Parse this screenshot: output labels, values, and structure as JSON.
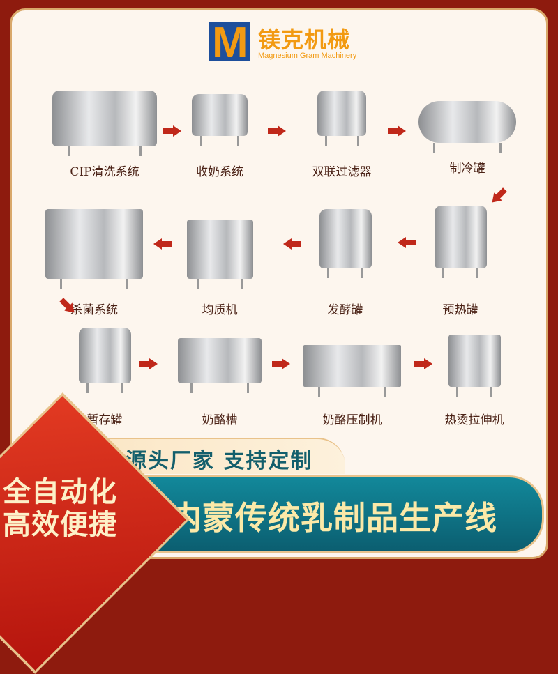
{
  "brand": {
    "logo_letter": "M",
    "name_cn": "镁克机械",
    "name_en": "Magnesium Gram Machinery",
    "colors": {
      "orange": "#f29a12",
      "blue": "#1d4f9c"
    }
  },
  "steps": [
    {
      "label": "CIP清洗系统"
    },
    {
      "label": "收奶系统"
    },
    {
      "label": "双联过滤器"
    },
    {
      "label": "制冷罐"
    },
    {
      "label": "预热罐"
    },
    {
      "label": "发酵罐"
    },
    {
      "label": "均质机"
    },
    {
      "label": "杀菌系统"
    },
    {
      "label": "暂存罐"
    },
    {
      "label": "奶酪槽"
    },
    {
      "label": "奶酪压制机"
    },
    {
      "label": "热烫拉伸机"
    }
  ],
  "tagline": "源头厂家  支持定制",
  "badge": {
    "line1": "全自动化",
    "line2": "高效便捷"
  },
  "title": "内蒙传统乳制品生产线",
  "colors": {
    "background": "#8e1b0e",
    "panel": "#fdf6ee",
    "banner": "#0b5e70",
    "arrow": "#c0281a"
  }
}
